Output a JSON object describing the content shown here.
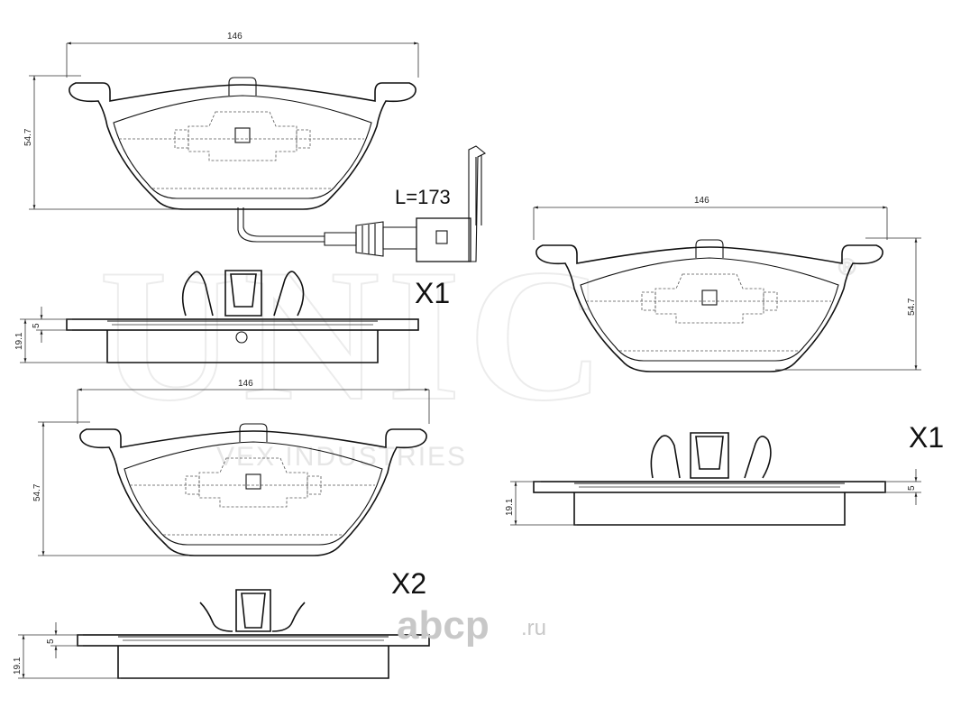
{
  "watermark": {
    "brand": "UNIC",
    "registered": "®",
    "company": "VEX INDUSTRIES"
  },
  "source_logo": {
    "name": "abcp",
    "domain": ".ru"
  },
  "wear_sensor": {
    "length_label": "L=173"
  },
  "pad_top_left": {
    "width_dim": "146",
    "height_dim": "54.7"
  },
  "side_top_left": {
    "qty": "X1",
    "thickness_dim": "19.1",
    "backplate_dim": "5"
  },
  "pad_right": {
    "width_dim": "146",
    "height_dim": "54.7"
  },
  "side_right": {
    "qty": "X1",
    "thickness_dim": "19.1",
    "backplate_dim": "5"
  },
  "pad_bottom_left": {
    "width_dim": "146",
    "height_dim": "54.7"
  },
  "side_bottom": {
    "qty": "X2",
    "thickness_dim": "19.1",
    "backplate_dim": "5"
  }
}
